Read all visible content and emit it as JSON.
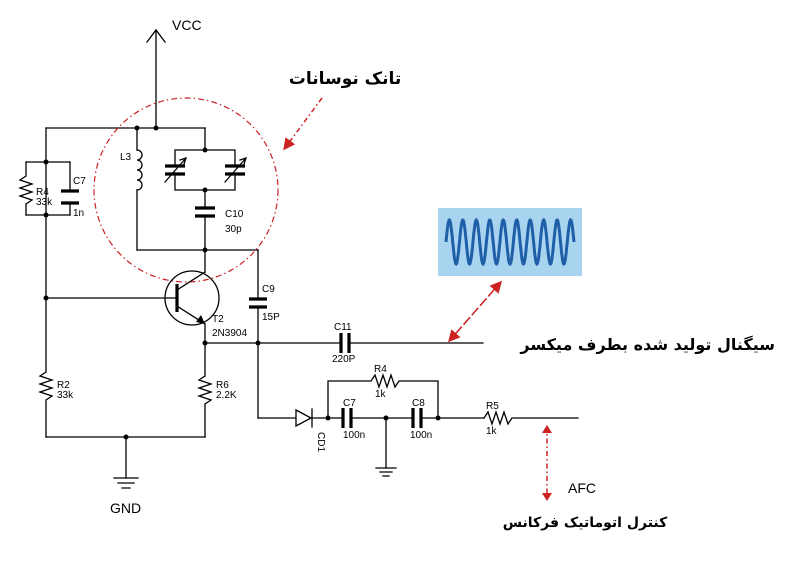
{
  "labels": {
    "vcc": "VCC",
    "gnd": "GND",
    "afc": "AFC",
    "tank_title": "تانک نوسانات",
    "signal_note": "سیگنال تولید شده بطرف میکسر",
    "afc_note": "کنترل اتوماتیک فرکانس"
  },
  "components": {
    "L3": "L3",
    "R4a": {
      "name": "R4",
      "value": "33k"
    },
    "C7a": {
      "name": "C7",
      "value": "1n"
    },
    "C10": {
      "name": "C10",
      "value": "30p"
    },
    "C9": {
      "name": "C9",
      "value": "15P"
    },
    "T2": {
      "name": "T2",
      "value": "2N3904"
    },
    "C11": {
      "name": "C11",
      "value": "220P"
    },
    "R2": {
      "name": "R2",
      "value": "33k"
    },
    "R6": {
      "name": "R6",
      "value": "2.2K"
    },
    "R4b": {
      "name": "R4",
      "value": "1k"
    },
    "CD1": "CD1",
    "C7b": {
      "name": "C7",
      "value": "100n"
    },
    "C8": {
      "name": "C8",
      "value": "100n"
    },
    "R5": {
      "name": "R5",
      "value": "1k"
    }
  },
  "colors": {
    "wire": "#000000",
    "annotation": "#cc2222",
    "wave_bg": "#a9d4ef",
    "wave_line": "#1f5fa8"
  }
}
